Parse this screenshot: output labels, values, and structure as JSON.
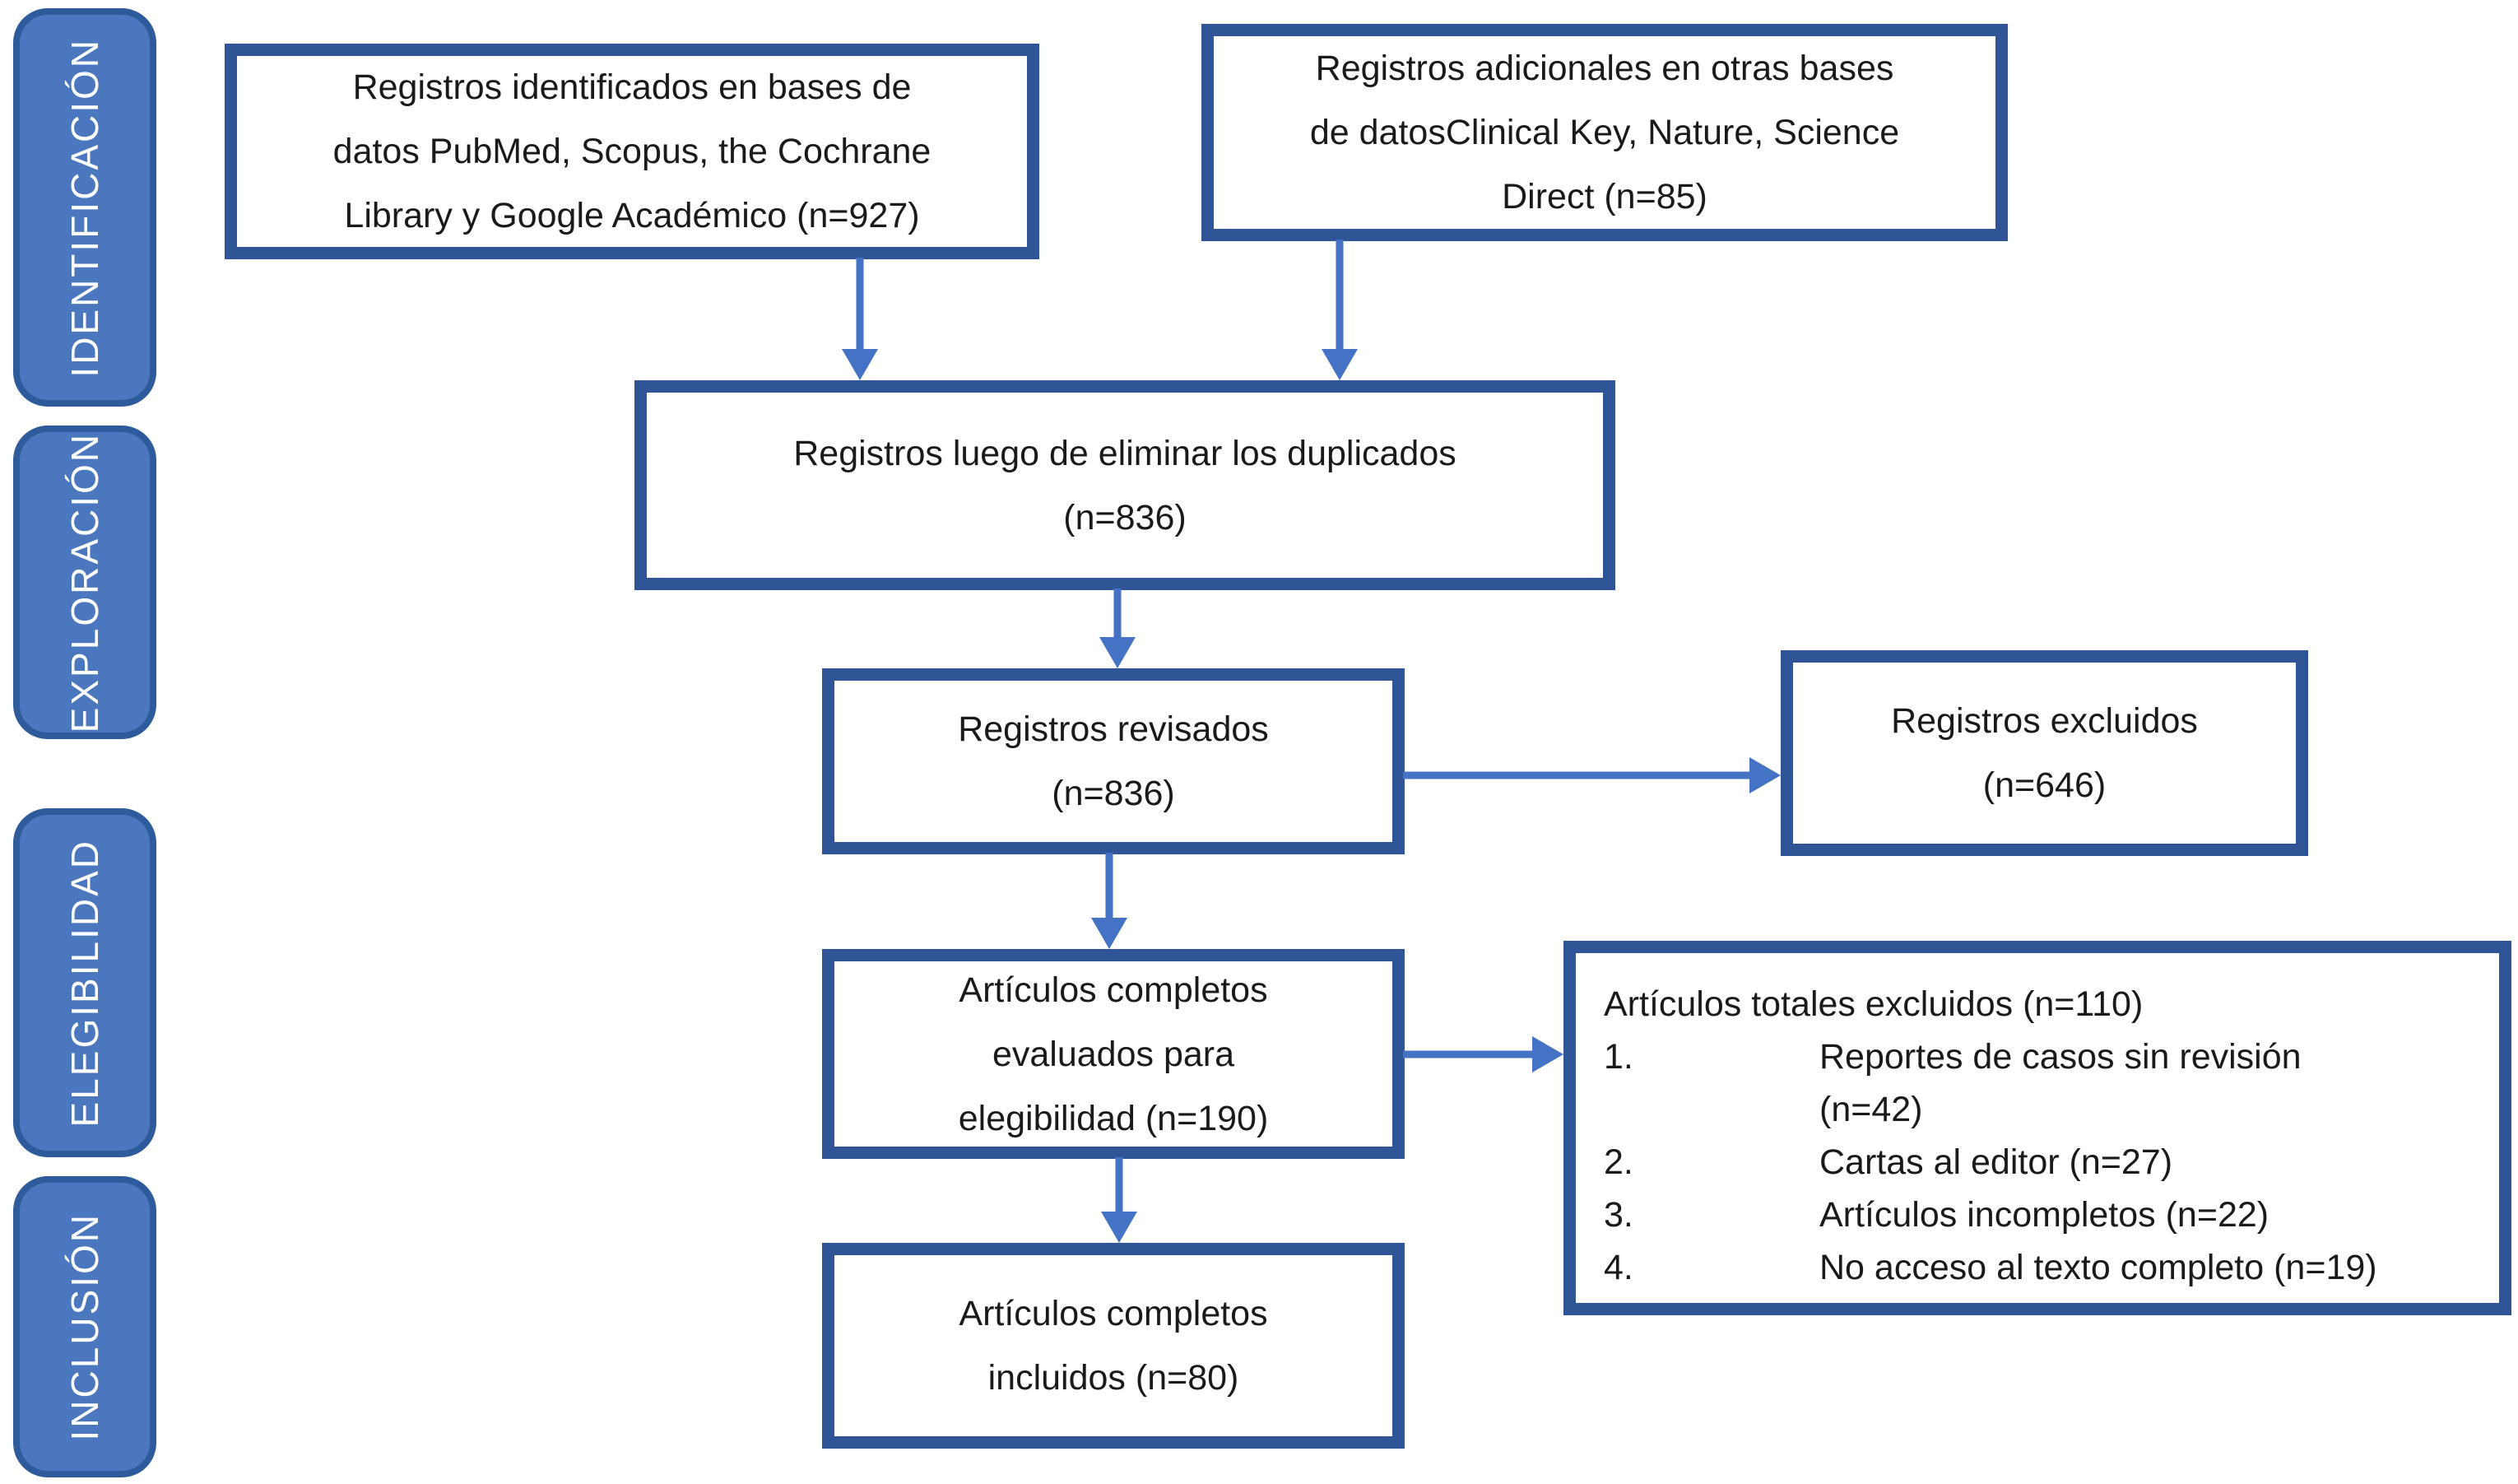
{
  "colors": {
    "background": "#ffffff",
    "box-border": "#2F5597",
    "box-fill": "#ffffff",
    "stage-fill": "#4A77BE",
    "stage-border": "#2E5B9B",
    "arrow": "#4472C4",
    "box-text": "#1a1a1a",
    "stage-text": "#ffffff"
  },
  "stages": [
    {
      "label": "IDENTIFICACIÓN"
    },
    {
      "label": "EXPLORACIÓN"
    },
    {
      "label": "ELEGIBILIDAD"
    },
    {
      "label": "INCLUSIÓN"
    }
  ],
  "boxes": {
    "identified": {
      "lines": [
        "Registros identificados en bases de",
        "datos PubMed, Scopus, the Cochrane",
        "Library y Google Académico (n=927)"
      ]
    },
    "additional": {
      "lines": [
        "Registros adicionales en otras bases",
        "de datosClinical Key, Nature, Science",
        "Direct (n=85)"
      ]
    },
    "deduplicated": {
      "lines": [
        "Registros luego de eliminar los duplicados",
        "(n=836)"
      ]
    },
    "screened": {
      "lines": [
        "Registros revisados",
        "(n=836)"
      ]
    },
    "excluded": {
      "lines": [
        "Registros excluidos",
        "(n=646)"
      ]
    },
    "fulltext_assessed": {
      "lines": [
        "Artículos completos",
        "evaluados para",
        "elegibilidad (n=190)"
      ]
    },
    "excluded_total": {
      "title": "Artículos totales excluidos (n=110)",
      "items": [
        {
          "num": "1.",
          "lines": [
            "Reportes de casos sin revisión",
            "(n=42)"
          ]
        },
        {
          "num": "2.",
          "lines": [
            "Cartas al editor (n=27)"
          ]
        },
        {
          "num": "3.",
          "lines": [
            "Artículos incompletos (n=22)"
          ]
        },
        {
          "num": "4.",
          "lines": [
            "No acceso al texto completo (n=19)"
          ]
        }
      ]
    },
    "included": {
      "lines": [
        "Artículos completos",
        "incluidos (n=80)"
      ]
    }
  }
}
